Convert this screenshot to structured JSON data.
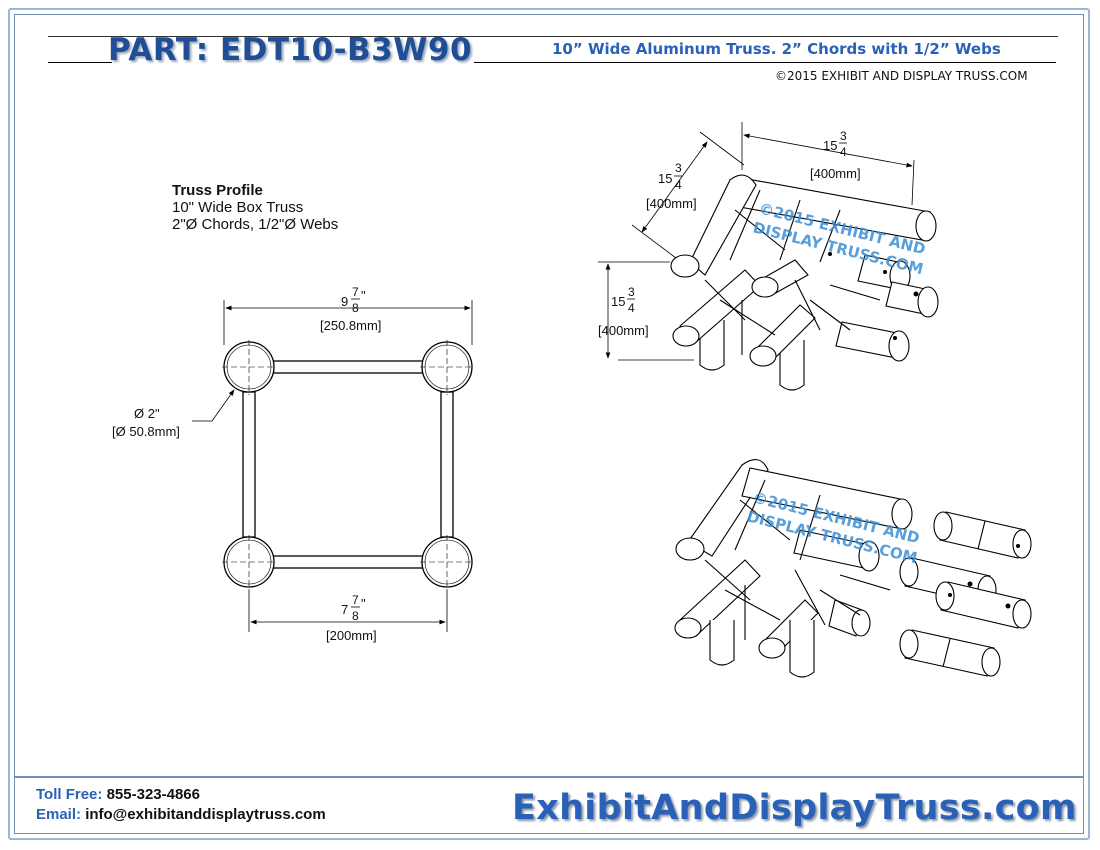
{
  "header": {
    "part_label": "PART: EDT10-B3W90",
    "subtitle": "10” Wide Aluminum Truss. 2” Chords with 1/2” Webs",
    "copyright": "©2015 EXHIBIT AND DISPLAY TRUSS.COM"
  },
  "profile": {
    "title": "Truss Profile",
    "line1": "10\" Wide Box Truss",
    "line2": "2\"Ø Chords, 1/2\"Ø Webs",
    "top_dim_whole": "9",
    "top_dim_num": "7",
    "top_dim_den": "8",
    "top_dim_mm": "[250.8mm]",
    "bottom_dim_whole": "7",
    "bottom_dim_num": "7",
    "bottom_dim_den": "8",
    "bottom_dim_mm": "[200mm]",
    "chord_dim": "Ø 2\"",
    "chord_dim_mm": "[Ø 50.8mm]"
  },
  "iso_dims": {
    "whole": "15",
    "num": "3",
    "den": "4",
    "mm": "[400mm]"
  },
  "watermark": {
    "line1": "©2015 EXHIBIT AND",
    "line2": "DISPLAY TRUSS.COM"
  },
  "footer": {
    "toll_free_label": "Toll Free:",
    "toll_free_value": "855-323-4866",
    "email_label": "Email:",
    "email_value": "info@exhibitanddisplaytruss.com",
    "website": "ExhibitAndDisplayTruss.com"
  },
  "colors": {
    "brand_blue": "#2a61b8",
    "title_blue": "#1f4e96",
    "frame": "#6f8fbf"
  }
}
